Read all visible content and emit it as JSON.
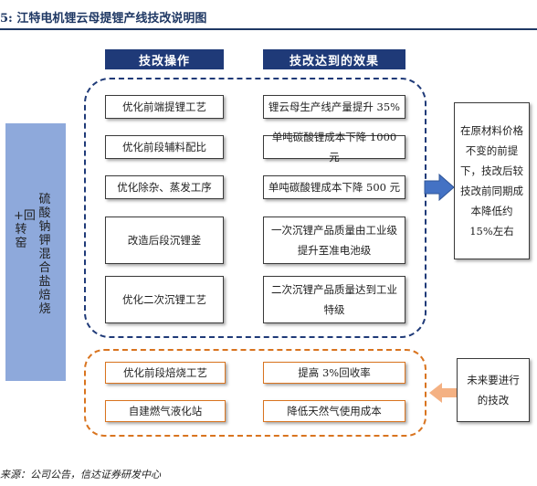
{
  "title": "5:  江特电机锂云母提锂产线技改说明图",
  "headers": {
    "left": "技改操作",
    "right": "技改达到的效果"
  },
  "side_label": {
    "line1": "硫酸钠钾混合盐焙烧",
    "line2": "+回转窑"
  },
  "upper_rows": [
    {
      "action": "优化前端提锂工艺",
      "effect": "锂云母生产线产量提升 35%"
    },
    {
      "action": "优化前段辅料配比",
      "effect": "单吨碳酸锂成本下降 1000 元"
    },
    {
      "action": "优化除杂、蒸发工序",
      "effect": "单吨碳酸锂成本下降 500 元"
    },
    {
      "action": "改造后段沉锂釜",
      "effect": "一次沉锂产品质量由工业级提升至准电池级"
    },
    {
      "action": "优化二次沉锂工艺",
      "effect": "二次沉锂产品质量达到工业特级"
    }
  ],
  "lower_rows": [
    {
      "action": "优化前段焙烧工艺",
      "effect": "提高 3%回收率"
    },
    {
      "action": "自建燃气液化站",
      "effect": "降低天然气使用成本"
    }
  ],
  "result_box": "在原材料价格不变的前提下，技改后较技改前同期成本降低约 15%左右",
  "future_box": "未来要进行的技改",
  "source": "来源：公司公告，信达证券研发中心",
  "colors": {
    "navy": "#1f3a78",
    "steel_blue": "#8ea9db",
    "orange": "#d9741f",
    "arrow_blue": "#4472c4",
    "arrow_orange": "#f4b183"
  }
}
